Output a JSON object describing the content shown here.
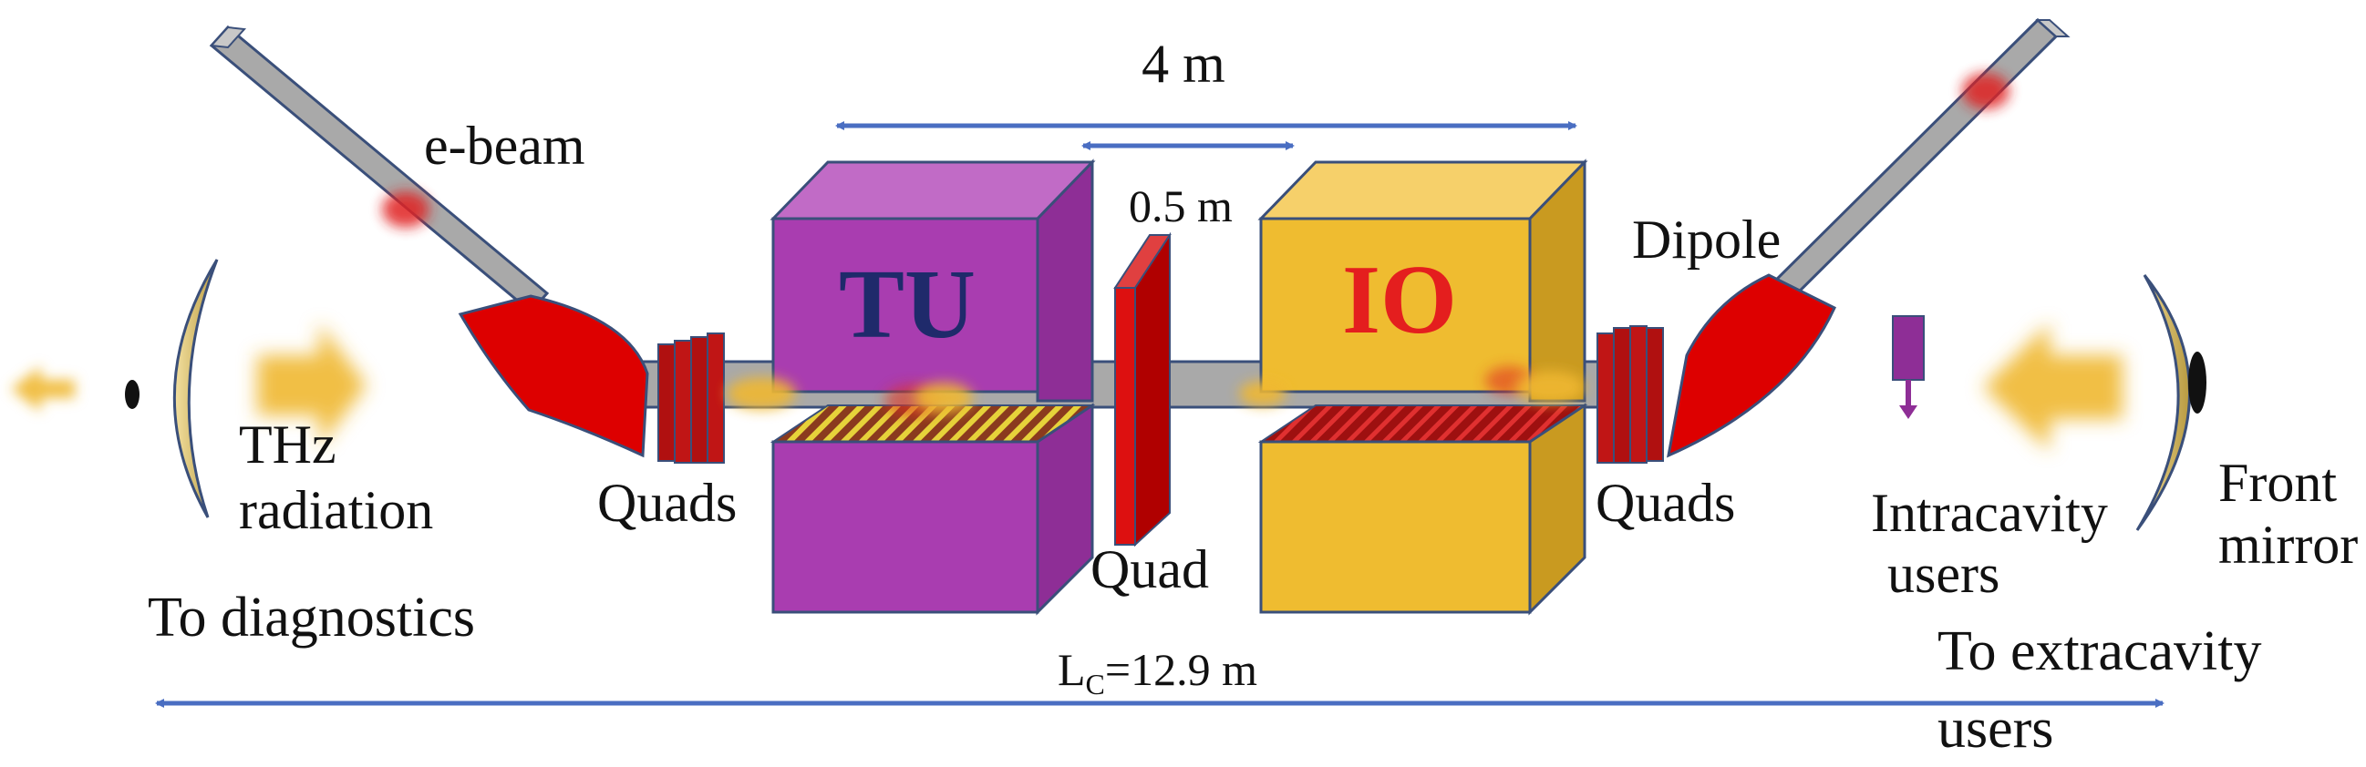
{
  "labels": {
    "dim_4m": "4 m",
    "dim_05m": "0.5 m",
    "ebeam": "e-beam",
    "tu": "TU",
    "io": "IO",
    "dipole": "Dipole",
    "quads_left": "Quads",
    "quad_center": "Quad",
    "quads_right": "Quads",
    "thz_line1": "THz",
    "thz_line2": "radiation",
    "to_diagnostics": "To diagnostics",
    "intracavity_line1": "Intracavity",
    "intracavity_line2": "users",
    "front_line1": "Front",
    "front_line2": "mirror",
    "extracavity_line1": "To extracavity",
    "extracavity_line2": "users",
    "lc_main": "L",
    "lc_sub": "C",
    "lc_value": "=12.9 m"
  },
  "colors": {
    "tu_box": "#A93DB0",
    "io_box": "#EFBC30",
    "dipole": "#DD0000",
    "arrow_blue": "#4A6EC2",
    "beam_pipe": "#A9A9A9",
    "tu_text": "#1F2A6B",
    "io_text": "#E41E1E"
  }
}
